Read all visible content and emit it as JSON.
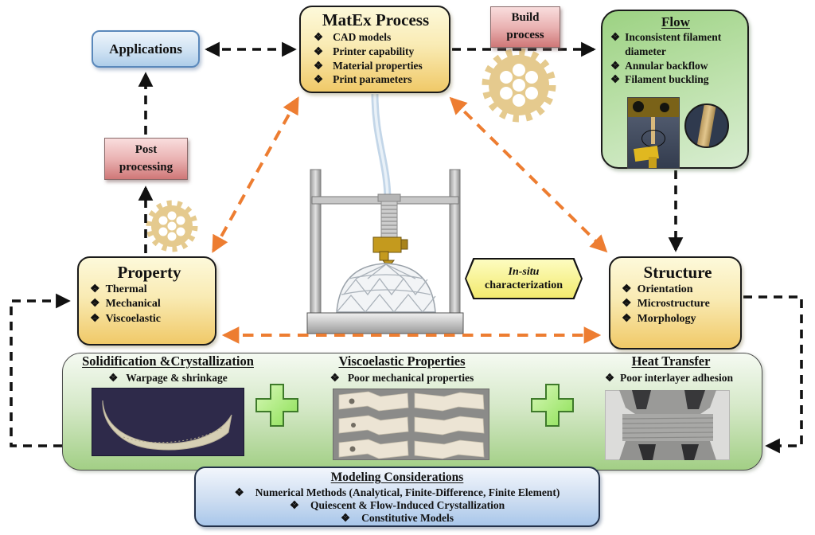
{
  "glyphs": {
    "bullet": "❖"
  },
  "icons": [
    "gear-icon",
    "plus-icon",
    "printer-illustration",
    "magnifier-circle"
  ],
  "colors": {
    "accent_orange": "#ed7d31",
    "arrow_black": "#111111",
    "gear_tan": "#e5ca8e",
    "box_yellow_bottom": "#f0c968",
    "box_blue_bottom": "#aecde9",
    "box_pink_bottom": "#cf7777",
    "flow_green": "#9cd282",
    "panel_green": "#a2cf85",
    "modeling_blue": "#a9c7ea",
    "insitu_yellow": "#f5ee76",
    "plus_green": "#a9ee78"
  },
  "nodes": {
    "applications": {
      "label": "Applications"
    },
    "matex": {
      "title": "MatEx Process",
      "items": [
        "CAD models",
        "Printer capability",
        "Material properties",
        "Print parameters"
      ]
    },
    "build_process": {
      "line1": "Build",
      "line2": "process"
    },
    "flow": {
      "title": "Flow",
      "items": [
        "Inconsistent filament diameter",
        "Annular backflow",
        "Filament buckling"
      ]
    },
    "post_processing": {
      "line1": "Post",
      "line2": "processing"
    },
    "property": {
      "title": "Property",
      "items": [
        "Thermal",
        "Mechanical",
        "Viscoelastic"
      ]
    },
    "structure": {
      "title": "Structure",
      "items": [
        "Orientation",
        "Microstructure",
        "Morphology"
      ]
    },
    "insitu": {
      "line1": "In-situ",
      "line2": "characterization"
    }
  },
  "bottom_panel": {
    "sections": [
      {
        "title": "Solidification &Crystallization",
        "bullet": "Warpage & shrinkage"
      },
      {
        "title": "Viscoelastic Properties",
        "bullet": "Poor mechanical properties"
      },
      {
        "title": "Heat Transfer",
        "bullet": "Poor interlayer adhesion"
      }
    ]
  },
  "modeling": {
    "title": "Modeling Considerations",
    "items": [
      "Numerical Methods (Analytical, Finite-Difference, Finite Element)",
      "Quiescent & Flow-Induced Crystallization",
      "Constitutive Models"
    ]
  }
}
